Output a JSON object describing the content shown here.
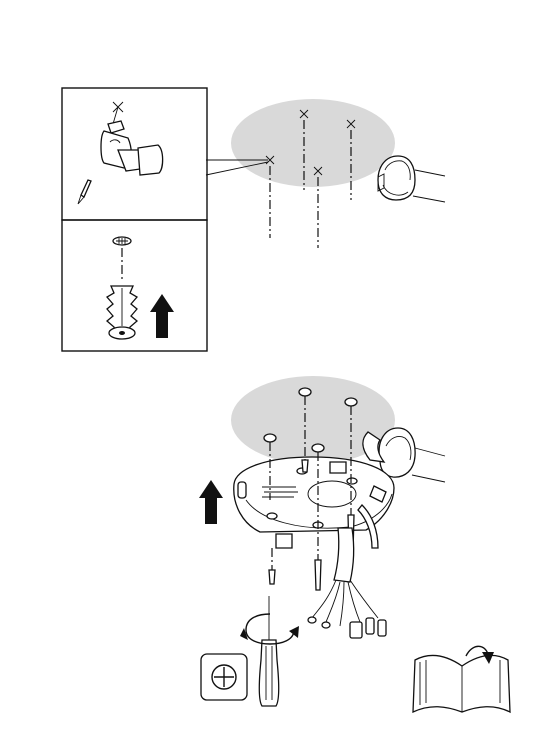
{
  "figure": {
    "type": "assembly-instruction",
    "step_1": {
      "inset_top": {
        "icons": [
          "drill-icon",
          "drill-bit-icon"
        ]
      },
      "inset_bottom": {
        "icons": [
          "wall-plug-icon",
          "up-arrow-icon"
        ]
      },
      "ceiling_marks": 4
    },
    "step_2": {
      "icons": [
        "mounting-plate",
        "screw-icon",
        "screwdriver-icon",
        "phillips-head-icon",
        "rotate-arrow-icon",
        "manual-icon",
        "page-turn-arrow-icon",
        "up-arrow-icon"
      ],
      "screws": 4
    },
    "colors": {
      "wall": "#d9d9d9",
      "line": "#111111",
      "background": "#ffffff"
    }
  }
}
